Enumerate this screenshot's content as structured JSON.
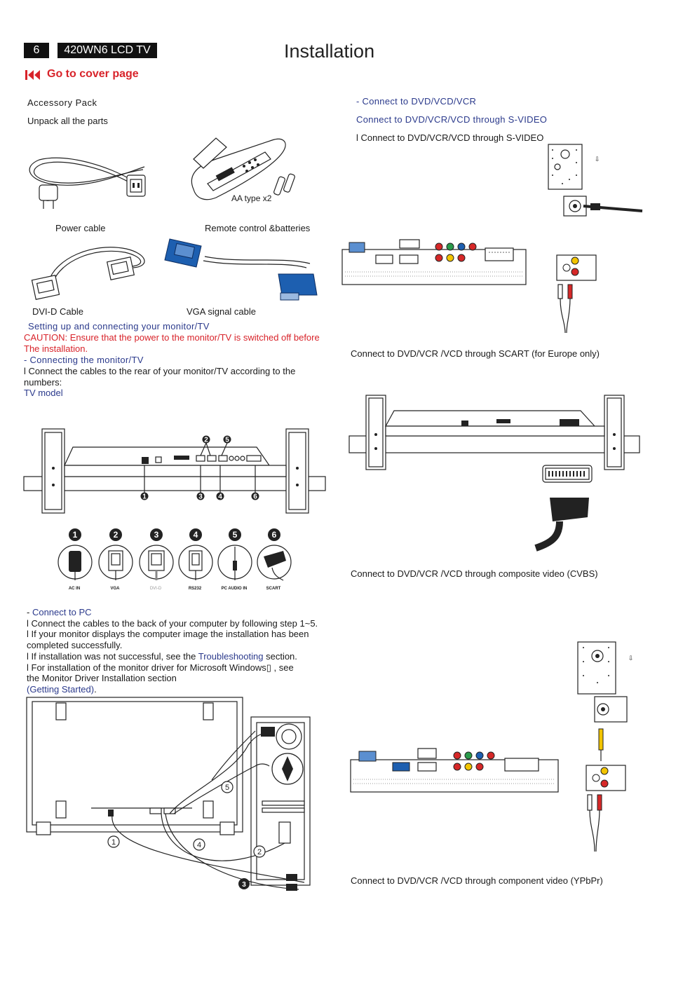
{
  "header": {
    "page_number": "6",
    "model": "420WN6 LCD TV",
    "title": "Installation",
    "cover_link": "Go to cover page"
  },
  "accessory": {
    "heading": "Accessory Pack",
    "sub": "Unpack all the parts",
    "aa_label": "AA type x2",
    "power_cable": "Power cable",
    "remote": "Remote control &batteries",
    "dvi_cable": "DVI-D Cable",
    "vga_cable": "VGA signal cable"
  },
  "setup": {
    "heading": "Setting up and connecting your monitor/TV",
    "caution1": "CAUTION: Ensure that the power to the monitor/TV is switched off before",
    "caution2": "The installation.",
    "connecting": "- Connecting the monitor/TV",
    "step1": "l Connect the cables to the rear of your monitor/TV according to the",
    "step2": "numbers:",
    "tv_model": "TV model"
  },
  "tv_panel_numbers": [
    "1",
    "2",
    "3",
    "4",
    "5",
    "6"
  ],
  "connectors": [
    {
      "num": "1",
      "label": "AC IN"
    },
    {
      "num": "2",
      "label": "VGA"
    },
    {
      "num": "3",
      "label": "DVI-D"
    },
    {
      "num": "4",
      "label": "RS232"
    },
    {
      "num": "5",
      "label": "PC AUDIO IN"
    },
    {
      "num": "6",
      "label": "SCART"
    }
  ],
  "pc": {
    "heading_prefix": "- ",
    "heading": "Connect to PC",
    "l1": "l Connect the cables to the back of your computer by following step 1~5.",
    "l2": "l If your monitor displays the computer image the installation has been",
    "l3": "completed successfully.",
    "l4a": "l If installation was not successful, see the ",
    "l4link": "Troubleshooting",
    "l4b": " section.",
    "l5": "l For installation of the monitor driver for Microsoft Windows▯ , see",
    "l6": "the Monitor Driver Installation section",
    "l7": "(Getting Started)",
    "l7end": "."
  },
  "pc_diagram_numbers": [
    "1",
    "2",
    "3",
    "4",
    "5"
  ],
  "right": {
    "dvd": "- Connect to DVD/VCD/VCR",
    "svideo_blue": "Connect to DVD/VCR/VCD through S-VIDEO",
    "svideo_black": "l Connect to DVD/VCR/VCD through S-VIDEO",
    "scart": "Connect to DVD/VCR /VCD through SCART (for Europe only)",
    "cvbs": "Connect to DVD/VCR /VCD through composite video (CVBS)",
    "ypbpr": "Connect to DVD/VCR /VCD through component video (YPbPr)"
  },
  "colors": {
    "accent_blue": "#2b3a8c",
    "caution_red": "#d8232a",
    "cable_blue": "#1d5fb0",
    "rca_yellow": "#f2c400",
    "rca_red": "#d62828",
    "rca_green": "#2a9a4a"
  }
}
